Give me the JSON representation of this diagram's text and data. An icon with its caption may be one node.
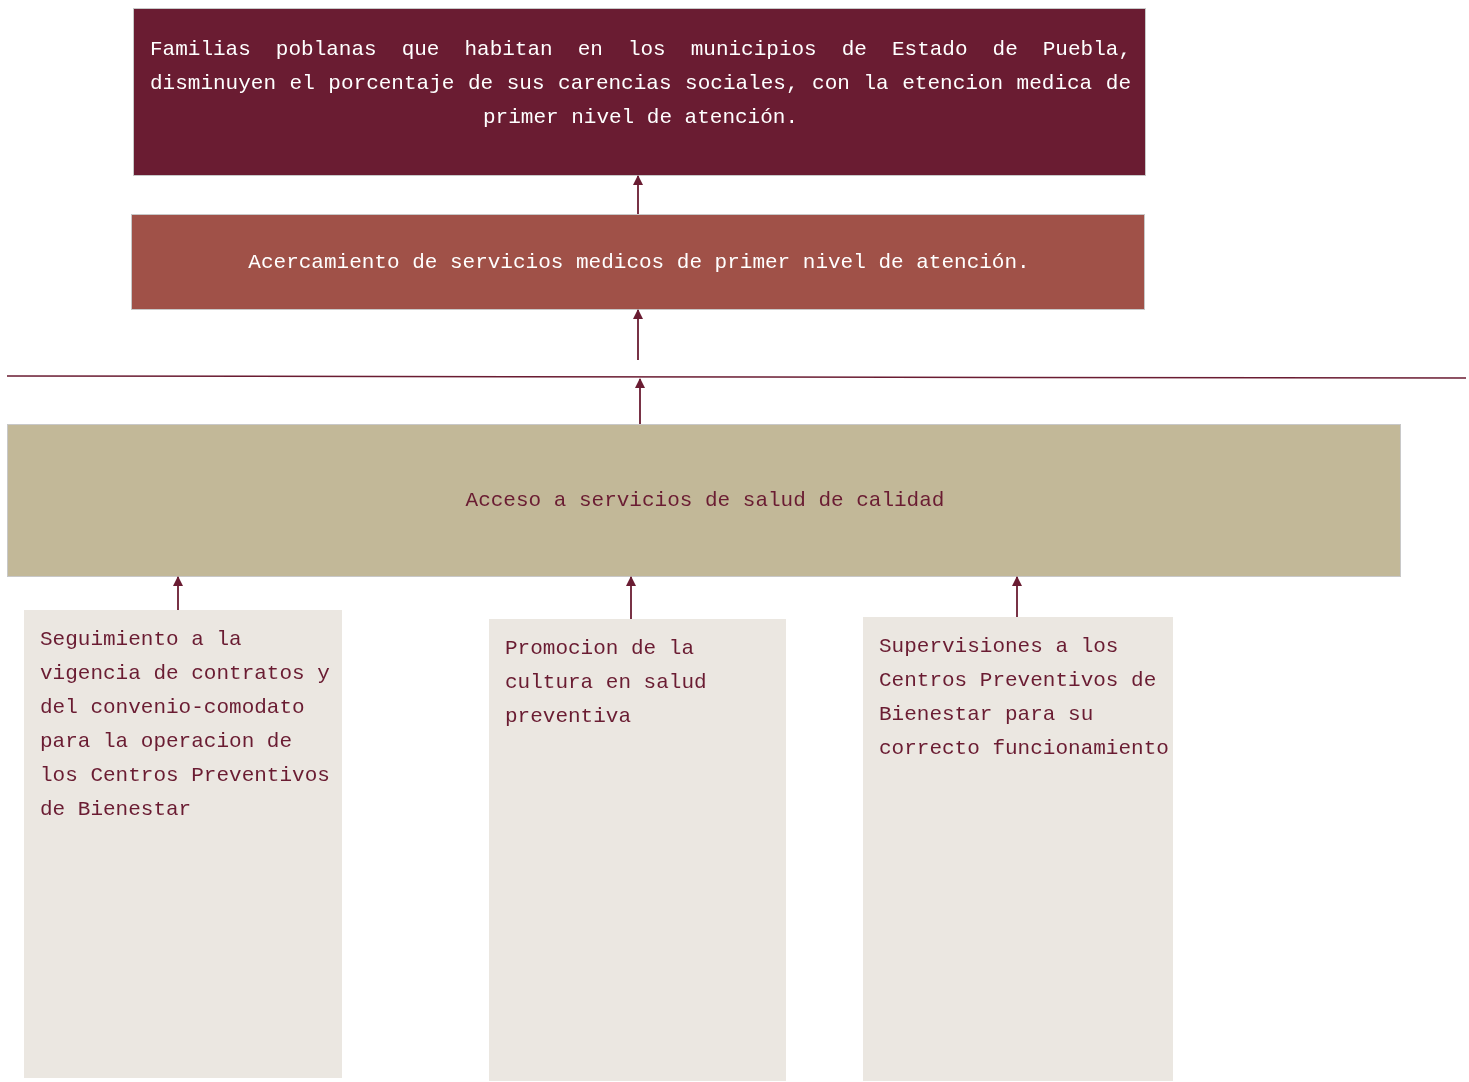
{
  "diagram": {
    "nodes": [
      {
        "text": [
          "Familias poblanas que habitan en los municipios de Estado de Puebla, disminuyen el porcentaje de sus carencias sociales, con la etencion medica de primer nivel de atención."
        ]
      },
      {
        "text": [
          "Acercamiento de servicios medicos de primer nivel de atención."
        ]
      },
      {
        "text": [
          "Acceso a servicios de salud de calidad"
        ]
      },
      {
        "text": [
          "Seguimiento a la vigencia de contratos y del convenio-comodato para la operacion de los Centros Preventivos de Bienestar"
        ]
      },
      {
        "text": [
          "Promocion de la cultura en salud preventiva"
        ]
      },
      {
        "text": [
          "Supervisiones a los Centros Preventivos de Bienestar para su correcto funcionamiento"
        ]
      }
    ],
    "edges": [
      {
        "from": 1,
        "to": 0,
        "arrow": "to"
      },
      {
        "from": null,
        "to": 1,
        "arrow": "to"
      },
      {
        "from": 2,
        "to": null,
        "arrow": "to"
      },
      {
        "from": 3,
        "to": 2,
        "arrow": "to"
      },
      {
        "from": 4,
        "to": 2,
        "arrow": "to"
      },
      {
        "from": 5,
        "to": 2,
        "arrow": "to"
      }
    ]
  }
}
